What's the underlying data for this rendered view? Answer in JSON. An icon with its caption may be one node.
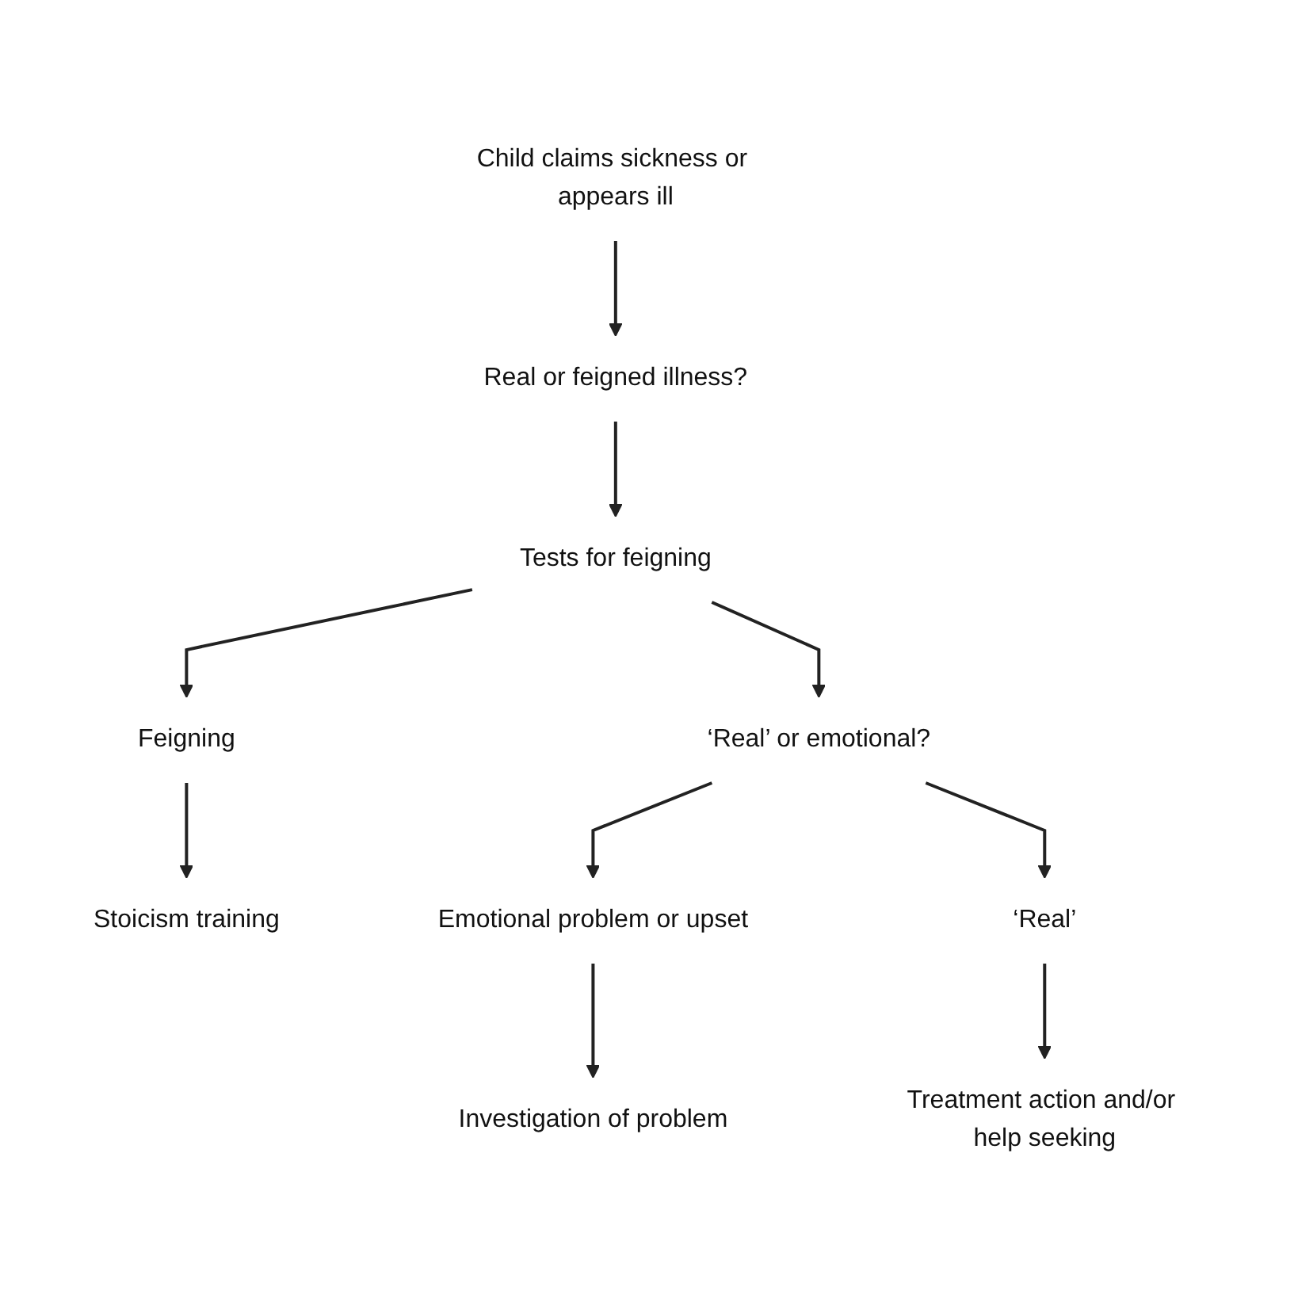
{
  "diagram": {
    "nodes": [
      {
        "text": [
          "Child claims sickness or appears ill"
        ]
      },
      {
        "text": [
          "Real or feigned illness?"
        ]
      },
      {
        "text": [
          "Tests for feigning"
        ]
      },
      {
        "text": [
          "Stoicism training"
        ]
      },
      {
        "text": [
          "Feigning"
        ]
      },
      {
        "text": [
          "‘Real’ or emotional?"
        ]
      },
      {
        "text": [
          "Emotional problem or upset"
        ]
      },
      {
        "text": [
          "‘Real’"
        ]
      },
      {
        "text": [
          "Investigation of problem"
        ]
      },
      {
        "text": [
          "Treatment action and/or help seeking"
        ]
      }
    ],
    "edges": [
      {
        "from": 0,
        "to": 1,
        "arrow": "to"
      },
      {
        "from": 1,
        "to": 2,
        "arrow": "to"
      },
      {
        "from": 2,
        "to": 4,
        "arrow": "to"
      },
      {
        "from": 2,
        "to": 5,
        "arrow": "to"
      },
      {
        "from": 4,
        "to": 3,
        "arrow": "to"
      },
      {
        "from": 5,
        "to": 6,
        "arrow": "to"
      },
      {
        "from": 5,
        "to": 7,
        "arrow": "to"
      },
      {
        "from": 6,
        "to": 8,
        "arrow": "to"
      },
      {
        "from": 7,
        "to": 9,
        "arrow": "to"
      }
    ]
  }
}
